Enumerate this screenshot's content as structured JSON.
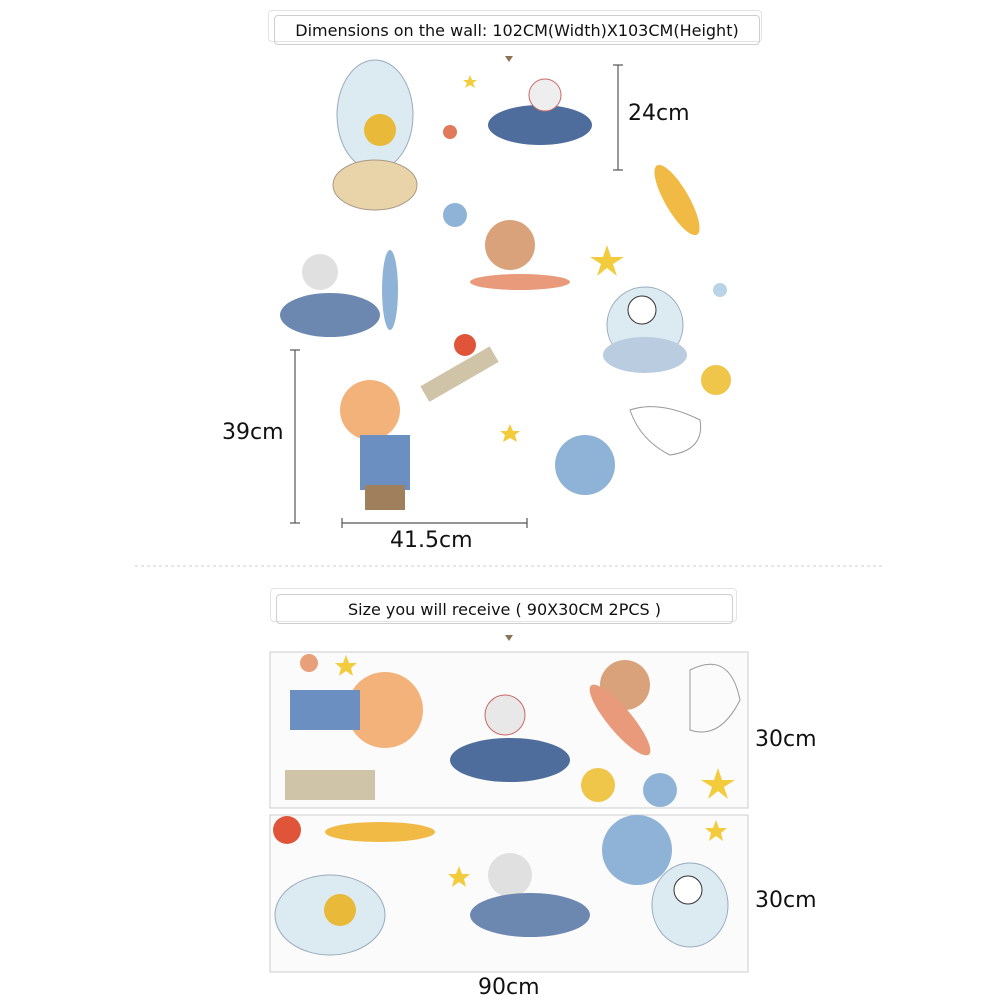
{
  "top_section": {
    "title": "Dimensions on the wall: 102CM(Width)X103CM(Height)",
    "dimension_height_small": "24cm",
    "dimension_height_large": "39cm",
    "dimension_width": "41.5cm"
  },
  "bottom_section": {
    "title": "Size you will receive ( 90X30CM 2PCS )",
    "sheet1_height": "30cm",
    "sheet2_height": "30cm",
    "sheet_width": "90cm"
  },
  "colors": {
    "planet_blue": "#8fb3d6",
    "planet_red": "#e0553a",
    "planet_yellow": "#f0c64a",
    "star_yellow": "#f2cc3d",
    "plane_blue": "#4e6d9c"
  }
}
